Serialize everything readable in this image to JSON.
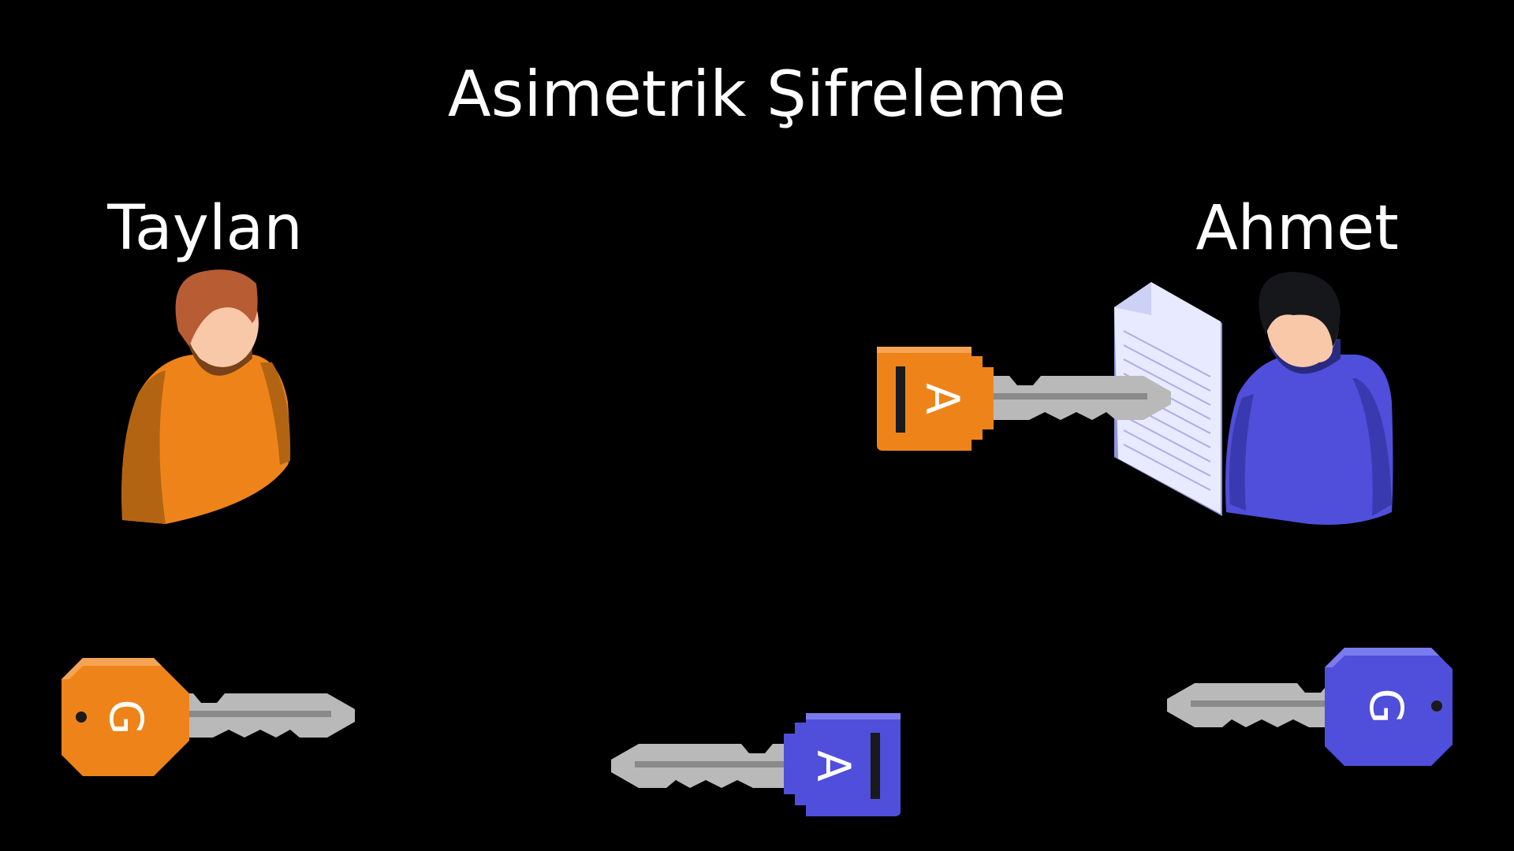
{
  "title": "Asimetrik Şifreleme",
  "people": [
    {
      "name": "Taylan",
      "shirt_color": "#ee8419",
      "hair_color": "#b85c34",
      "icon": "person-icon"
    },
    {
      "name": "Ahmet",
      "shirt_color": "#4f4fdb",
      "hair_color": "#16171b",
      "icon": "person-icon"
    }
  ],
  "keys": {
    "taylan_private": {
      "label": "G",
      "color": "#ee8419",
      "icon": "key-icon"
    },
    "taylan_public": {
      "label": "A",
      "color": "#ee8419",
      "icon": "key-icon"
    },
    "ahmet_public": {
      "label": "A",
      "color": "#4f4fdb",
      "icon": "key-icon"
    },
    "ahmet_private": {
      "label": "G",
      "color": "#4f4fdb",
      "icon": "key-icon"
    }
  },
  "document": {
    "icon": "document-icon",
    "color": "#e8eaff"
  }
}
